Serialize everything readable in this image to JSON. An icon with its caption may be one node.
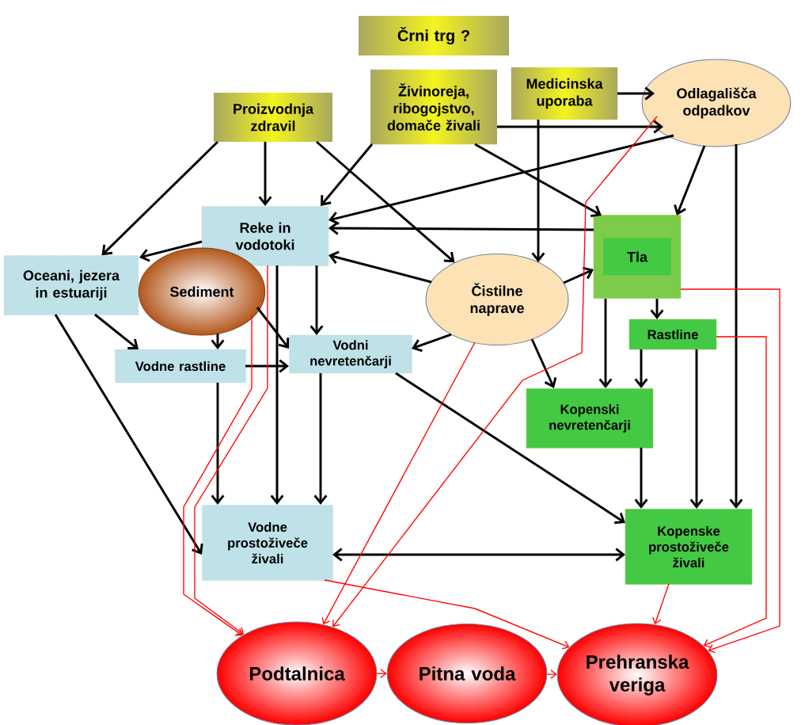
{
  "diagram": {
    "nodes": [
      {
        "text": [
          "Črni trg ?"
        ]
      },
      {
        "text": [
          "Proizvodnja zdravil"
        ]
      },
      {
        "text": [
          "Živinoreja, ribogojstvo, domače živali"
        ]
      },
      {
        "text": [
          "Medicinska uporaba"
        ]
      },
      {
        "text": [
          "Odlagališča odpadkov"
        ]
      },
      {
        "text": [
          "Reke in vodotoki"
        ]
      },
      {
        "text": [
          "Oceani, jezera in estuariji"
        ]
      },
      {
        "text": [
          "Sediment"
        ]
      },
      {
        "text": [
          "Čistilne naprave"
        ]
      },
      {
        "text": [
          "Tla"
        ]
      },
      {
        "text": [
          "Vodne rastline"
        ]
      },
      {
        "text": [
          "Vodni nevretenčarji"
        ]
      },
      {
        "text": [
          "Rastline"
        ]
      },
      {
        "text": [
          "Kopenski nevretenčarji"
        ]
      },
      {
        "text": [
          "Vodne prostoživeče živali"
        ]
      },
      {
        "text": [
          "Kopenske prostoživeče živali"
        ]
      },
      {
        "text": [
          "Podtalnica"
        ]
      },
      {
        "text": [
          "Pitna voda"
        ]
      },
      {
        "text": [
          "Prehranska veriga"
        ]
      }
    ],
    "edges": [
      {
        "from": 1,
        "to": 6,
        "arrow": "to"
      },
      {
        "from": 1,
        "to": 5,
        "arrow": "to"
      },
      {
        "from": 1,
        "to": 8,
        "arrow": "to"
      },
      {
        "from": 2,
        "to": 5,
        "arrow": "to"
      },
      {
        "from": 2,
        "to": 9,
        "arrow": "to"
      },
      {
        "from": 2,
        "to": 4,
        "arrow": "to"
      },
      {
        "from": 4,
        "to": 5,
        "arrow": "to"
      },
      {
        "from": 3,
        "to": 4,
        "arrow": "to"
      },
      {
        "from": 3,
        "to": 8,
        "arrow": "to"
      },
      {
        "from": 4,
        "to": 9,
        "arrow": "to"
      },
      {
        "from": 4,
        "to": 15,
        "arrow": "to"
      },
      {
        "from": 9,
        "to": 5,
        "arrow": "to"
      },
      {
        "from": 8,
        "to": 5,
        "arrow": "to"
      },
      {
        "from": 8,
        "to": 9,
        "arrow": "to"
      },
      {
        "from": 8,
        "to": 11,
        "arrow": "to"
      },
      {
        "from": 8,
        "to": 13,
        "arrow": "to"
      },
      {
        "from": 5,
        "to": 6,
        "arrow": "to"
      },
      {
        "from": 5,
        "to": 11,
        "arrow": "to"
      },
      {
        "from": 5,
        "to": 14,
        "arrow": "to"
      },
      {
        "from": 7,
        "to": 10,
        "arrow": "to"
      },
      {
        "from": 6,
        "to": 10,
        "arrow": "to"
      },
      {
        "from": 6,
        "to": 14,
        "arrow": "to"
      },
      {
        "from": 7,
        "to": 11,
        "arrow": "to"
      },
      {
        "from": 10,
        "to": 11,
        "arrow": "to"
      },
      {
        "from": 10,
        "to": 14,
        "arrow": "to"
      },
      {
        "from": 11,
        "to": 14,
        "arrow": "to"
      },
      {
        "from": 11,
        "to": 15,
        "arrow": "to"
      },
      {
        "from": 9,
        "to": 13,
        "arrow": "to"
      },
      {
        "from": 9,
        "to": 12,
        "arrow": "to"
      },
      {
        "from": 12,
        "to": 13,
        "arrow": "to"
      },
      {
        "from": 12,
        "to": 15,
        "arrow": "to"
      },
      {
        "from": 13,
        "to": 15,
        "arrow": "to"
      },
      {
        "from": 14,
        "to": 15,
        "arrow": "both"
      },
      {
        "from": 7,
        "to": 16,
        "arrow": "to",
        "color": "#ff0000"
      },
      {
        "from": 5,
        "to": 16,
        "arrow": "to",
        "color": "#ff0000"
      },
      {
        "from": 8,
        "to": 16,
        "arrow": "to",
        "color": "#ff0000"
      },
      {
        "from": 4,
        "to": 16,
        "arrow": "to",
        "color": "#ff0000"
      },
      {
        "from": 14,
        "to": 18,
        "arrow": "to",
        "color": "#ff0000"
      },
      {
        "from": 9,
        "to": 18,
        "arrow": "to",
        "color": "#ff0000"
      },
      {
        "from": 12,
        "to": 18,
        "arrow": "to",
        "color": "#ff0000"
      },
      {
        "from": 15,
        "to": 18,
        "arrow": "to",
        "color": "#ff0000"
      },
      {
        "from": 16,
        "to": 17,
        "arrow": "to",
        "color": "#ff0000"
      },
      {
        "from": 17,
        "to": 18,
        "arrow": "to",
        "color": "#ff0000"
      }
    ]
  }
}
